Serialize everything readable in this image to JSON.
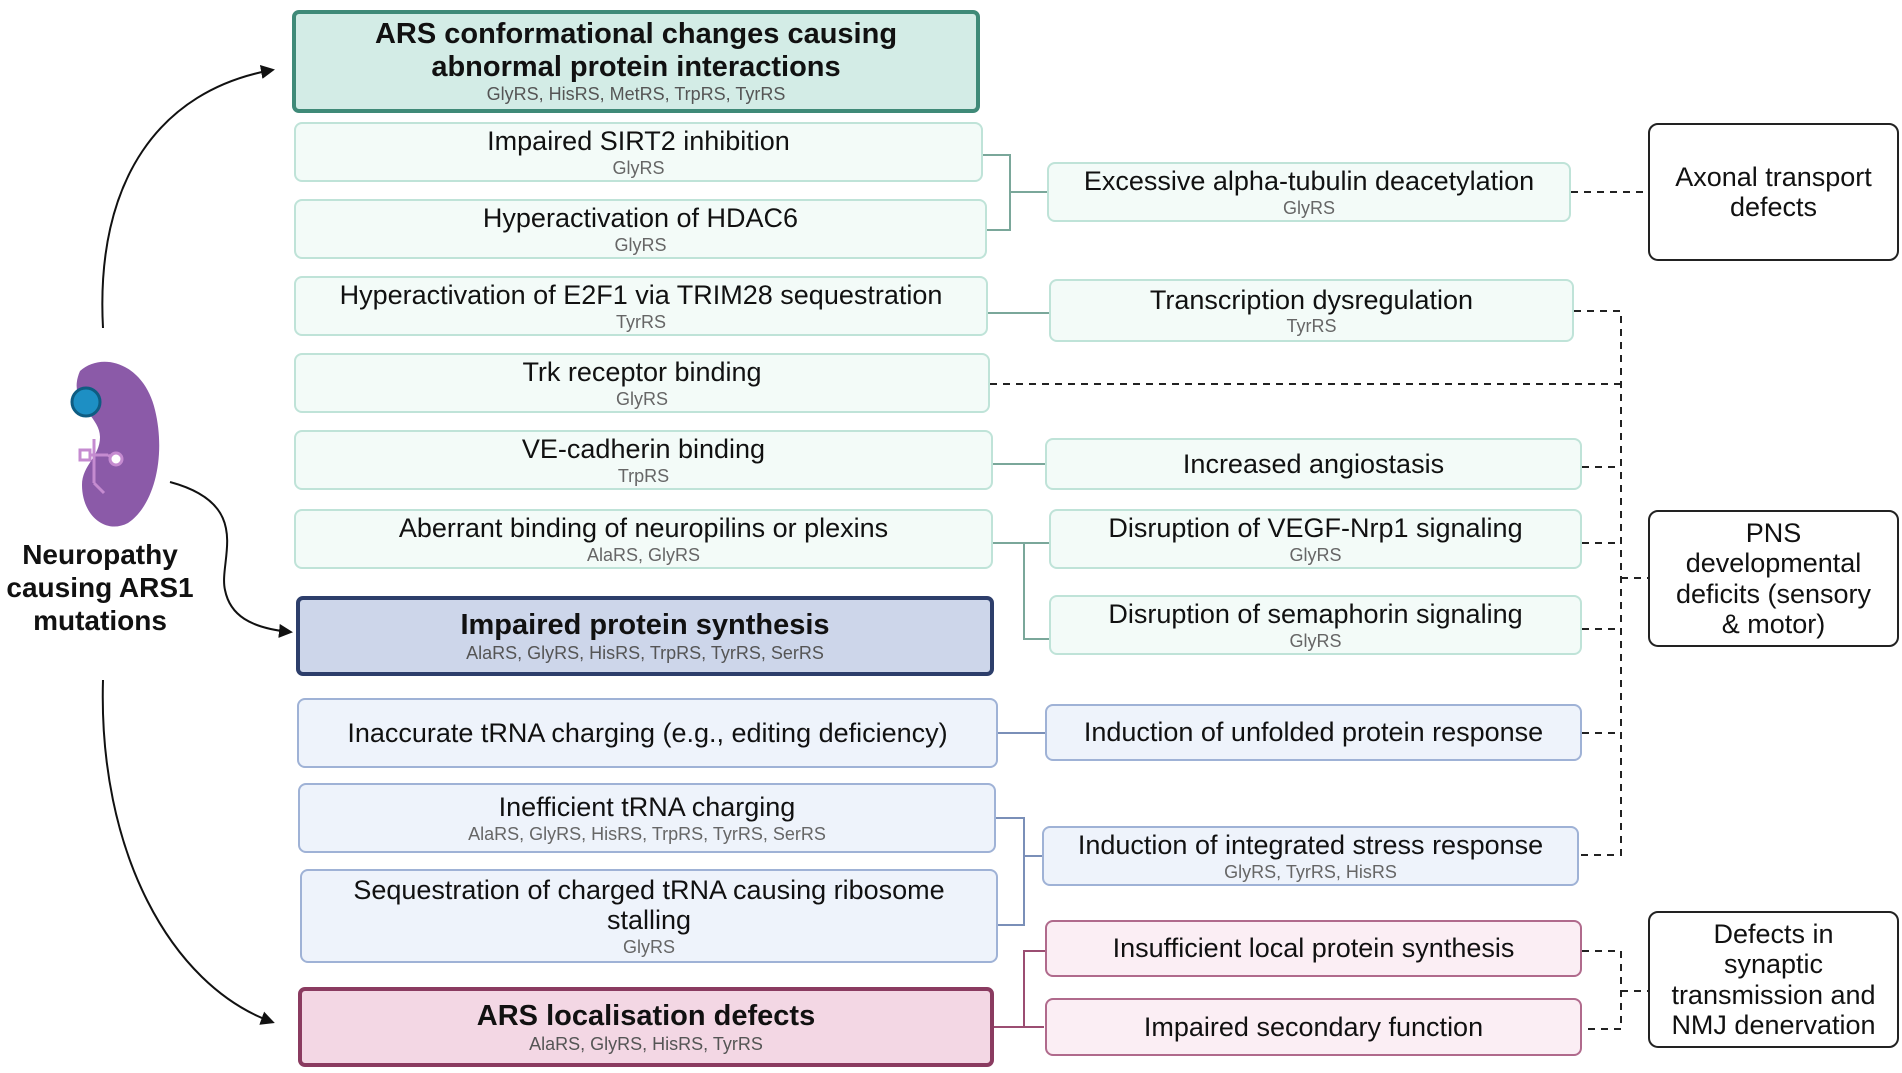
{
  "left_label": "Neuropathy causing ARS1 mutations",
  "headers": {
    "conformational": {
      "title": "ARS conformational changes causing abnormal protein interactions",
      "genes": "GlyRS, HisRS, MetRS, TrpRS, TyrRS"
    },
    "synthesis": {
      "title": "Impaired protein synthesis",
      "genes": "AlaRS, GlyRS, HisRS, TrpRS, TyrRS, SerRS"
    },
    "localisation": {
      "title": "ARS localisation defects",
      "genes": "AlaRS, GlyRS, HisRS, TyrRS"
    }
  },
  "mechanisms": {
    "sirt2": {
      "title": "Impaired SIRT2 inhibition",
      "genes": "GlyRS"
    },
    "hdac6": {
      "title": "Hyperactivation of HDAC6",
      "genes": "GlyRS"
    },
    "e2f1": {
      "title": "Hyperactivation of E2F1 via TRIM28 sequestration",
      "genes": "TyrRS"
    },
    "trk": {
      "title": "Trk receptor binding",
      "genes": "GlyRS"
    },
    "vecad": {
      "title": "VE-cadherin binding",
      "genes": "TrpRS"
    },
    "neuropilin": {
      "title": "Aberrant binding of neuropilins or plexins",
      "genes": "AlaRS, GlyRS"
    },
    "inaccurate": {
      "title": "Inaccurate tRNA charging (e.g., editing deficiency)"
    },
    "inefficient": {
      "title": "Inefficient tRNA charging",
      "genes": "AlaRS, GlyRS, HisRS, TrpRS, TyrRS, SerRS"
    },
    "sequestration": {
      "title": "Sequestration of charged tRNA causing ribosome stalling",
      "genes": "GlyRS"
    }
  },
  "effects": {
    "tubulin": {
      "title": "Excessive alpha-tubulin deacetylation",
      "genes": "GlyRS"
    },
    "transcription": {
      "title": "Transcription dysregulation",
      "genes": "TyrRS"
    },
    "angiostasis": {
      "title": "Increased angiostasis"
    },
    "vegf": {
      "title": "Disruption of VEGF-Nrp1 signaling",
      "genes": "GlyRS"
    },
    "semaphorin": {
      "title": "Disruption of semaphorin signaling",
      "genes": "GlyRS"
    },
    "upr": {
      "title": "Induction of unfolded protein response"
    },
    "isr": {
      "title": "Induction of integrated stress response",
      "genes": "GlyRS, TyrRS, HisRS"
    },
    "local": {
      "title": "Insufficient local protein synthesis"
    },
    "secondary": {
      "title": "Impaired secondary function"
    }
  },
  "outcomes": {
    "axonal": "Axonal transport defects",
    "pns": "PNS developmental deficits (sensory & motor)",
    "synaptic": "Defects in synaptic transmission and NMJ denervation"
  },
  "colors": {
    "teal_border": "#3f8a78",
    "blue_border": "#2d3e6b",
    "pink_border": "#8a3b60",
    "protein_icon": "#8b5aa8",
    "nucleus": "#1d8fc4"
  }
}
